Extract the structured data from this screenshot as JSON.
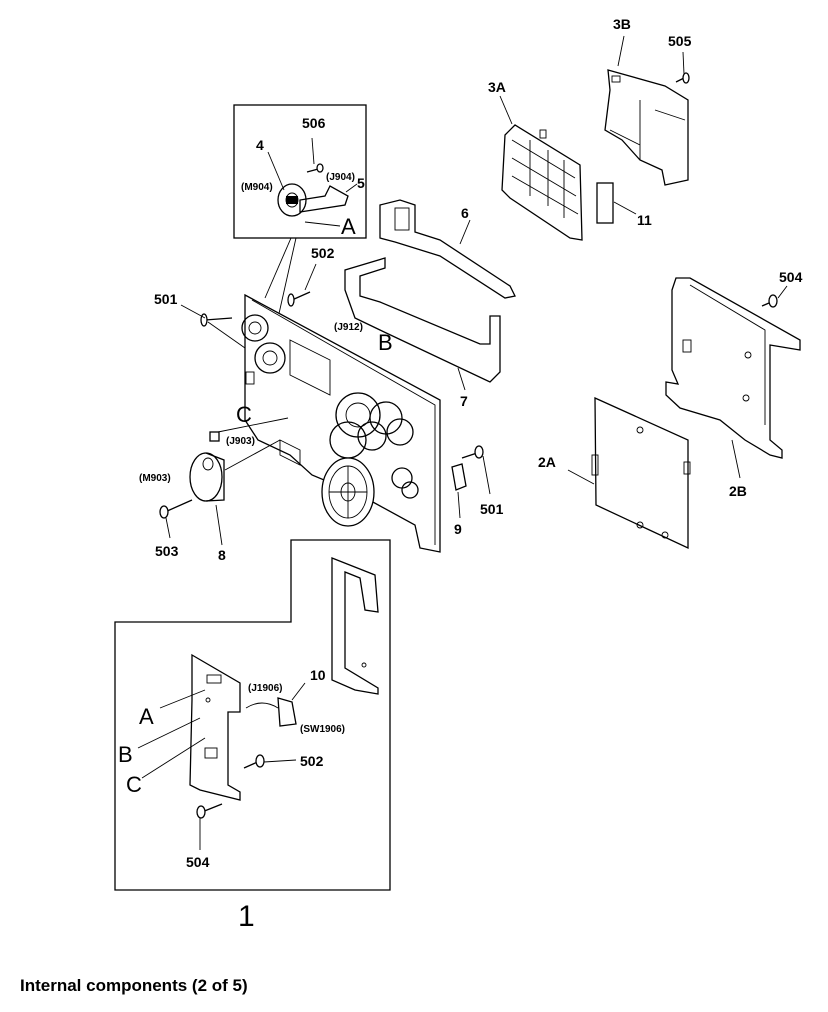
{
  "caption": "Internal components (2 of 5)",
  "callouts": {
    "c1": "1",
    "c2A": "2A",
    "c2B": "2B",
    "c3A": "3A",
    "c3B": "3B",
    "c4": "4",
    "c5": "5",
    "c6": "6",
    "c7": "7",
    "c8": "8",
    "c9": "9",
    "c10": "10",
    "c11": "11",
    "c501a": "501",
    "c501b": "501",
    "c502a": "502",
    "c502b": "502",
    "c503": "503",
    "c504a": "504",
    "c504b": "504",
    "c505": "505",
    "c506": "506"
  },
  "connectors": {
    "m904": "(M904)",
    "j904": "(J904)",
    "j912": "(J912)",
    "j903": "(J903)",
    "m903": "(M903)",
    "j1906": "(J1906)",
    "sw1906": "(SW1906)"
  },
  "refs": {
    "a_top": "A",
    "b_top": "B",
    "c_top": "C",
    "a_inset": "A",
    "b_inset": "B",
    "c_inset": "C"
  }
}
